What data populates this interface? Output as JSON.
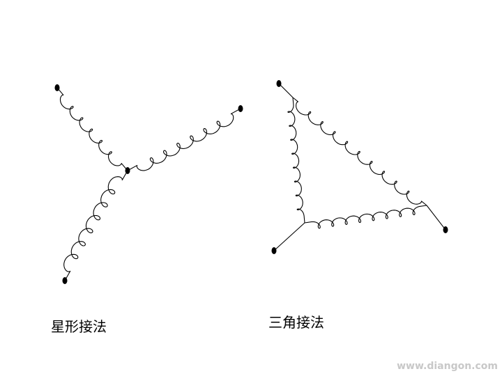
{
  "diagrams": [
    {
      "label": "星形接法",
      "type": "star"
    },
    {
      "label": "三角接法",
      "type": "delta"
    }
  ],
  "watermark": "www.diangon.com",
  "colors": {
    "line": "#000000",
    "watermark": "#c8c8c8"
  }
}
